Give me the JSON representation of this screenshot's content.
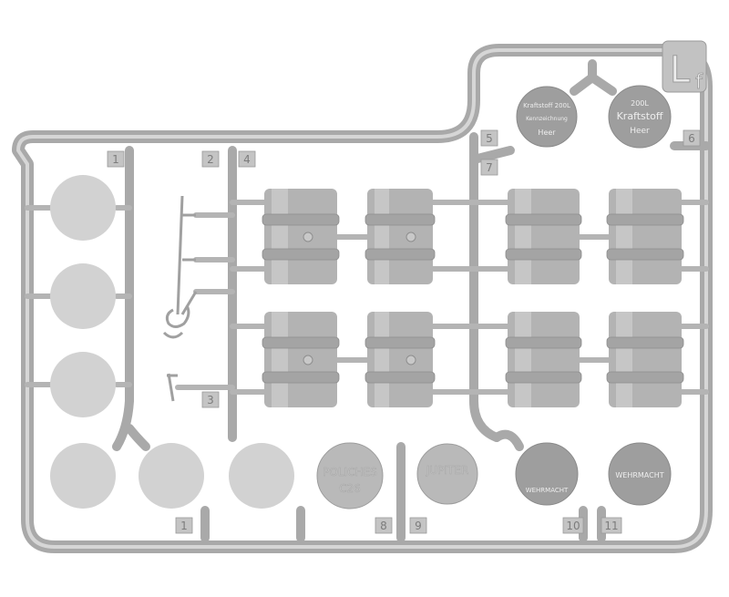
{
  "sprue_letter": {
    "main": "L",
    "sub": "f"
  },
  "part_numbers": [
    "1",
    "2",
    "3",
    "4",
    "5",
    "6",
    "7",
    "8",
    "9",
    "10",
    "11",
    "1"
  ],
  "decals": {
    "d5": {
      "line1": "Kraftstoff 200L",
      "line2": "Kennzeichnung",
      "line3": "Heer"
    },
    "d6": {
      "line1": "200L",
      "line2": "Kraftstoff",
      "line3": "Heer"
    },
    "d8": {
      "line1": "POLICHES",
      "line2": "C26"
    },
    "d9": {
      "line1": "JUPITER"
    },
    "d10": {
      "line1": "WEHRMACHT"
    },
    "d11": {
      "line1": "WEHRMACHT"
    }
  },
  "colors": {
    "plastic": "#b3b3b3",
    "background": "#ffffff"
  }
}
